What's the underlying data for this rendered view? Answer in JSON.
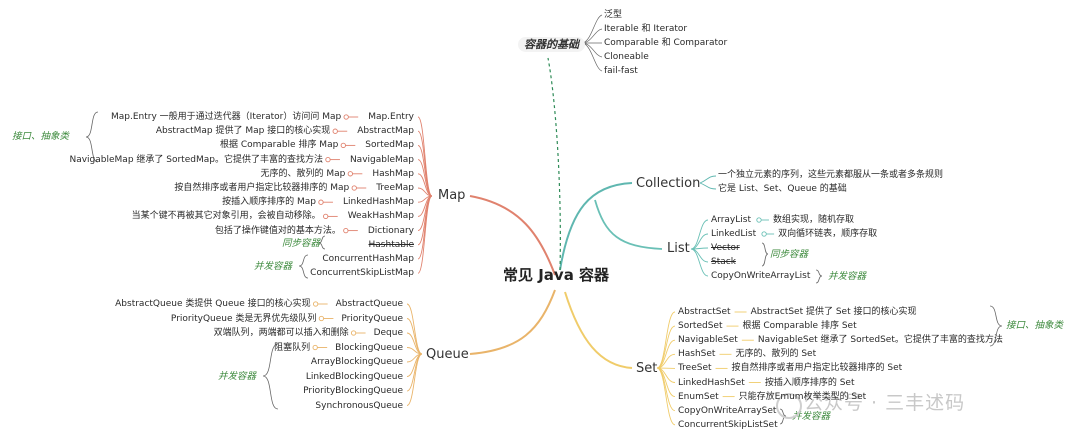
{
  "root": "常见 Java 容器",
  "basics": {
    "title": "容器的基础",
    "items": [
      "泛型",
      "Iterable 和 Iterator",
      "Comparable 和 Comparator",
      "Cloneable",
      "fail-fast"
    ]
  },
  "map": {
    "title": "Map",
    "interfaces_note": "接口、抽象类",
    "sync_note": "同步容器",
    "concurrent_note": "并发容器",
    "items": [
      {
        "name": "Map.Entry",
        "desc": "Map.Entry 一般用于通过迭代器（Iterator）访问问 Map"
      },
      {
        "name": "AbstractMap",
        "desc": "AbstractMap 提供了 Map 接口的核心实现"
      },
      {
        "name": "SortedMap",
        "desc": "根据 Comparable 排序 Map"
      },
      {
        "name": "NavigableMap",
        "desc": "NavigableMap 继承了 SortedMap。它提供了丰富的查找方法"
      },
      {
        "name": "HashMap",
        "desc": "无序的、散列的 Map"
      },
      {
        "name": "TreeMap",
        "desc": "按自然排序或者用户指定比较器排序的 Map"
      },
      {
        "name": "LinkedHashMap",
        "desc": "按插入顺序排序的 Map"
      },
      {
        "name": "WeakHashMap",
        "desc": "当某个键不再被其它对象引用，会被自动移除。"
      },
      {
        "name": "Dictionary",
        "desc": "包括了操作键值对的基本方法。"
      },
      {
        "name": "Hashtable",
        "desc": ""
      },
      {
        "name": "ConcurrentHashMap",
        "desc": ""
      },
      {
        "name": "ConcurrentSkipListMap",
        "desc": ""
      }
    ]
  },
  "queue": {
    "title": "Queue",
    "concurrent_note": "并发容器",
    "items": [
      {
        "name": "AbstractQueue",
        "desc": "AbstractQueue 类提供 Queue 接口的核心实现"
      },
      {
        "name": "PriorityQueue",
        "desc": "PriorityQueue 类是无界优先级队列"
      },
      {
        "name": "Deque",
        "desc": "双端队列，两端都可以插入和删除"
      },
      {
        "name": "BlockingQueue",
        "desc": "阻塞队列"
      },
      {
        "name": "ArrayBlockingQueue",
        "desc": ""
      },
      {
        "name": "LinkedBlockingQueue",
        "desc": ""
      },
      {
        "name": "PriorityBlockingQueue",
        "desc": ""
      },
      {
        "name": "SynchronousQueue",
        "desc": ""
      }
    ]
  },
  "collection": {
    "title": "Collection",
    "lines": [
      "一个独立元素的序列，这些元素都服从一条或者多条规则",
      "它是 List、Set、Queue 的基础"
    ]
  },
  "list": {
    "title": "List",
    "sync_note": "同步容器",
    "concurrent_note": "并发容器",
    "items": [
      {
        "name": "ArrayList",
        "desc": "数组实现，随机存取"
      },
      {
        "name": "LinkedList",
        "desc": "双向循环链表，顺序存取"
      },
      {
        "name": "Vector",
        "desc": ""
      },
      {
        "name": "Stack",
        "desc": ""
      },
      {
        "name": "CopyOnWriteArrayList",
        "desc": ""
      }
    ]
  },
  "set": {
    "title": "Set",
    "interfaces_note": "接口、抽象类",
    "concurrent_note": "并发容器",
    "items": [
      {
        "name": "AbstractSet",
        "desc": "AbstractSet 提供了 Set 接口的核心实现"
      },
      {
        "name": "SortedSet",
        "desc": "根据 Comparable 排序 Set"
      },
      {
        "name": "NavigableSet",
        "desc": "NavigableSet 继承了 SortedSet。它提供了丰富的查找方法"
      },
      {
        "name": "HashSet",
        "desc": "无序的、散列的 Set"
      },
      {
        "name": "TreeSet",
        "desc": "按自然排序或者用户指定比较器排序的 Set"
      },
      {
        "name": "LinkedHashSet",
        "desc": "按插入顺序排序的 Set"
      },
      {
        "name": "EnumSet",
        "desc": "只能存放Emum枚举类型的 Set"
      },
      {
        "name": "CopyOnWriteArraySet",
        "desc": ""
      },
      {
        "name": "ConcurrentSkipListSet",
        "desc": ""
      }
    ]
  },
  "watermark": "公众号 · 三丰述码",
  "colors": {
    "map": "#e0826e",
    "queue": "#e9b46a",
    "collection": "#5fb7b0",
    "list": "#6ac0b6",
    "set": "#f0cc6a",
    "basics": "#2e8b57",
    "note": "#3d8a3d"
  }
}
